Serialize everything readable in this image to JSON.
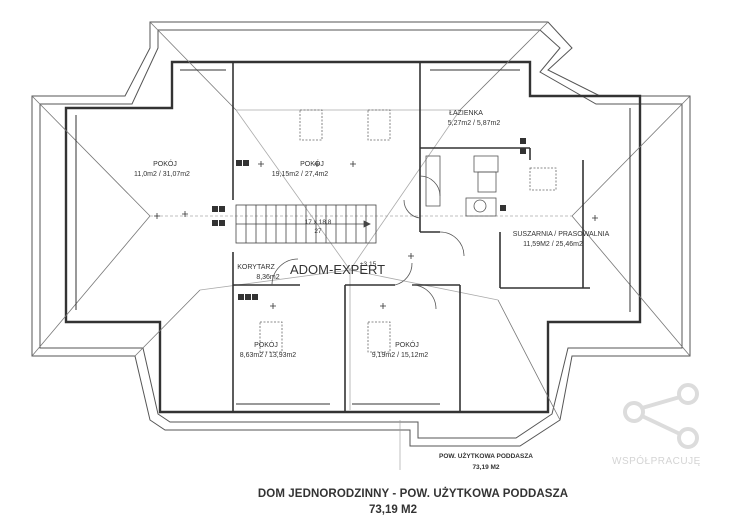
{
  "rooms": [
    {
      "id": "pokoj-west",
      "name": "POKÓJ",
      "area": "11,0m2 / 31,07m2"
    },
    {
      "id": "pokoj-north",
      "name": "POKÓJ",
      "area": "19,15m2 / 27,4m2"
    },
    {
      "id": "lazienka",
      "name": "ŁAZIENKA",
      "area": "5,27m2 / 5,87m2"
    },
    {
      "id": "suszarnia",
      "name": "SUSZARNIA / PRASOWALNIA",
      "area": "11,59M2 / 25,46m2"
    },
    {
      "id": "korytarz",
      "name": "KORYTARZ",
      "area": "8,36m2"
    },
    {
      "id": "pokoj-sw",
      "name": "POKÓJ",
      "area": "8,63m2 / 13,93m2"
    },
    {
      "id": "pokoj-se",
      "name": "POKÓJ",
      "area": "9,19m2 / 15,12m2"
    }
  ],
  "stairs_label": "17 x 18,8",
  "stairs_sub": "27",
  "level_mark": "+3,15",
  "plan_summary": {
    "line1": "POW. UŻYTKOWA PODDASZA",
    "line2": "73,19 M2"
  },
  "caption": {
    "line1": "DOM JEDNORODZINNY - POW. UŻYTKOWA PODDASZA",
    "line2": "73,19 M2"
  },
  "watermark": {
    "text": "WSPÓŁPRACUJĘ",
    "faint_text": "ADOM-EXPERT"
  }
}
